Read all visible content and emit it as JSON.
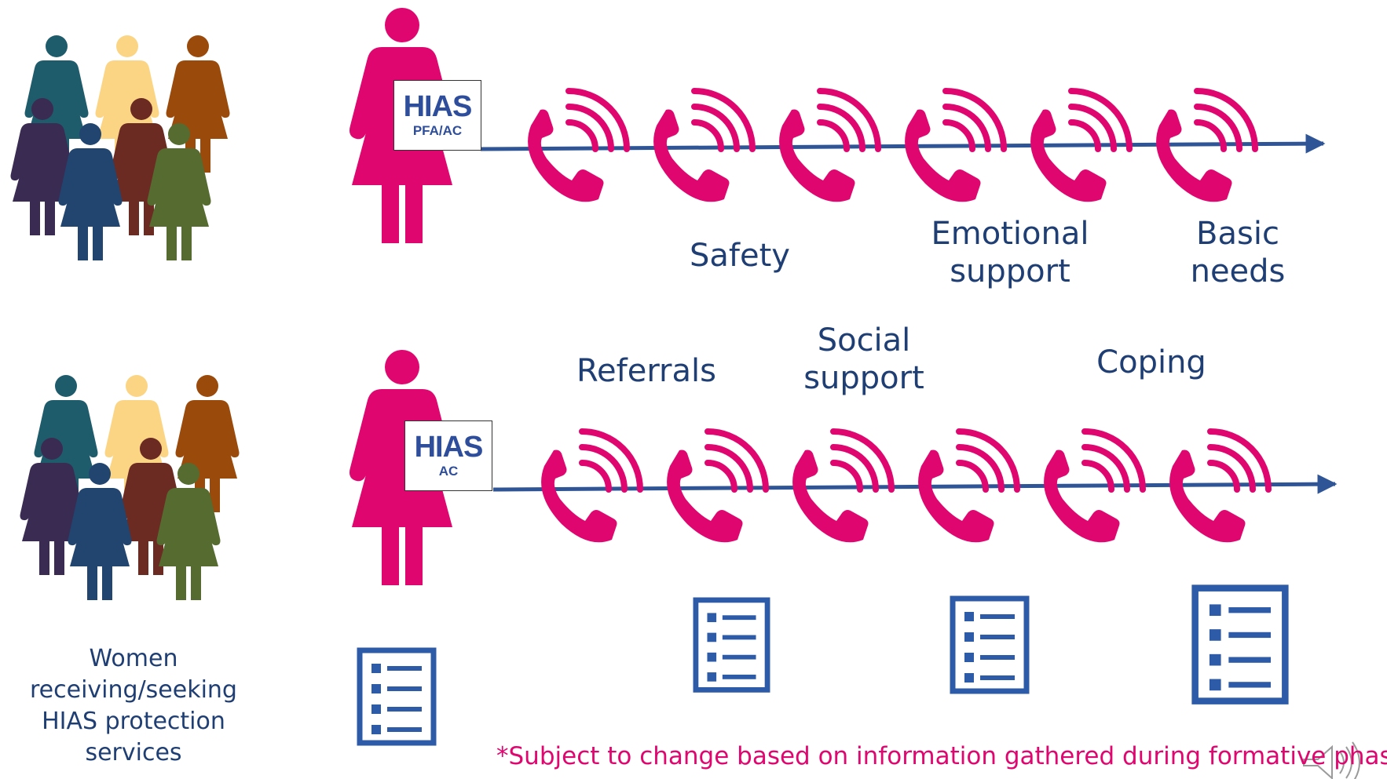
{
  "colors": {
    "accent_pink": "#e0066f",
    "timeline_blue": "#2f5597",
    "text_blue": "#1f3f74",
    "checklist_blue": "#2e5ba8",
    "people": [
      "#1e5c6c",
      "#fbd584",
      "#9a4a0b",
      "#3a2b52",
      "#21456e",
      "#6b2a22",
      "#556b2f"
    ]
  },
  "top_row": {
    "badge": {
      "logo": "HIAS",
      "role": "PFA/AC"
    },
    "phone_count": 6,
    "topics": [
      {
        "lines": [
          "Safety"
        ]
      },
      {
        "lines": [
          "Emotional",
          "support"
        ]
      },
      {
        "lines": [
          "Basic",
          "needs"
        ]
      }
    ]
  },
  "bottom_row": {
    "badge": {
      "logo": "HIAS",
      "role": "AC"
    },
    "phone_count": 6,
    "topics": [
      {
        "lines": [
          "Referrals"
        ]
      },
      {
        "lines": [
          "Social",
          "support"
        ]
      },
      {
        "lines": [
          "Coping"
        ]
      }
    ]
  },
  "group_caption": [
    "Women",
    "receiving/seeking",
    "HIAS protection",
    "services"
  ],
  "footnote": "*Subject to change based on information gathered during formative phase",
  "icons": {
    "person": "woman-figure-icon",
    "phone": "phone-ringing-icon",
    "checklist": "checklist-icon",
    "group": "group-of-women-icon",
    "speaker": "speaker-icon"
  }
}
